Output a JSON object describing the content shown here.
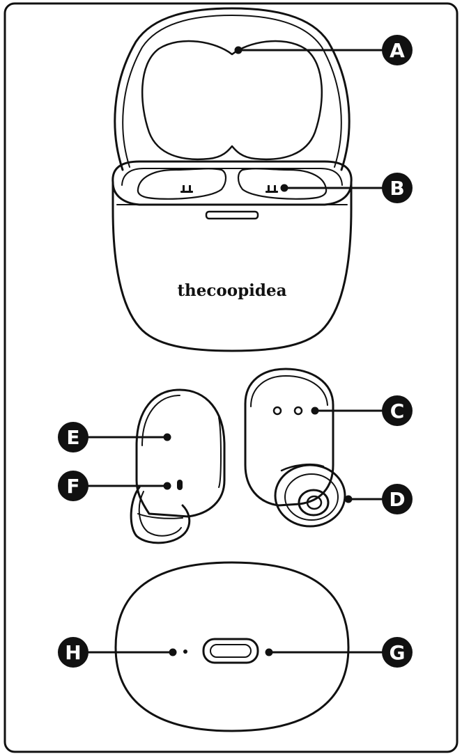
{
  "brand_text": "thecoopidea",
  "callouts": {
    "A": "A",
    "B": "B",
    "C": "C",
    "D": "D",
    "E": "E",
    "F": "F",
    "G": "G",
    "H": "H"
  },
  "colors": {
    "line": "#111111",
    "background": "#ffffff",
    "callout_fill": "#111111",
    "callout_text": "#ffffff"
  }
}
